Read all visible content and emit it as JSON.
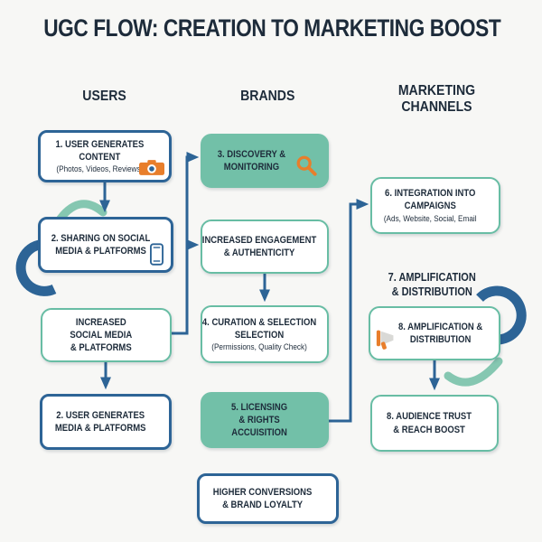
{
  "title": "UGC FLOW: CREATION TO MARKETING BOOST",
  "columns": {
    "users": "USERS",
    "brands": "BRANDS",
    "marketing": "MARKETING\nCHANNELS"
  },
  "boxes": {
    "user_generates_content": {
      "text": "1. USER GENERATES CONTENT",
      "sub": "(Photos, Videos, Reviews)",
      "icon": "camera-icon"
    },
    "sharing_social": {
      "text": "2. SHARING ON SOCIAL\nMEDIA & PLATFORMS",
      "icon": "phone-icon"
    },
    "increased_social": {
      "text": "INCREASED\nSOCIAL MEDIA\n& PLATFORMS"
    },
    "user_generates_media": {
      "text": "2. USER GENERATES\nMEDIA & PLATFORMS"
    },
    "discovery": {
      "text": "3. DISCOVERY &\nMONITORING",
      "icon": "magnifier-icon"
    },
    "engagement": {
      "text": "INCREASED ENGAGEMENT\n& AUTHENTICITY"
    },
    "curation": {
      "text": "4. CURATION & SELECTION\nSELECTION",
      "sub": "(Permissions, Quality Check)"
    },
    "licensing": {
      "text": "5. LICENSING\n& RIGHTS\nACCUISITION"
    },
    "conversions": {
      "text": "HIGHER CONVERSIONS\n& BRAND LOYALTY"
    },
    "integration": {
      "text": "6. INTEGRATION INTO\nCAMPAIGNS",
      "sub": "(Ads, Website, Social, Email"
    },
    "amplification": {
      "text": "8. AMPLIFICATION &\nDISTRIBUTION",
      "icon": "megaphone-icon"
    },
    "audience": {
      "text": "8. AUDIENCE TRUST\n& REACH BOOST"
    }
  },
  "labels": {
    "amplification7": "7. AMPLIFICATION\n& DISTRIBUTION"
  },
  "colors": {
    "navy": "#1d2b3a",
    "blue": "#2d6496",
    "teal_fill": "#72c0a8",
    "teal_border": "#68bda4",
    "teal_swoosh": "#85c7b1",
    "orange": "#e87e2b",
    "background": "#f7f7f5"
  }
}
